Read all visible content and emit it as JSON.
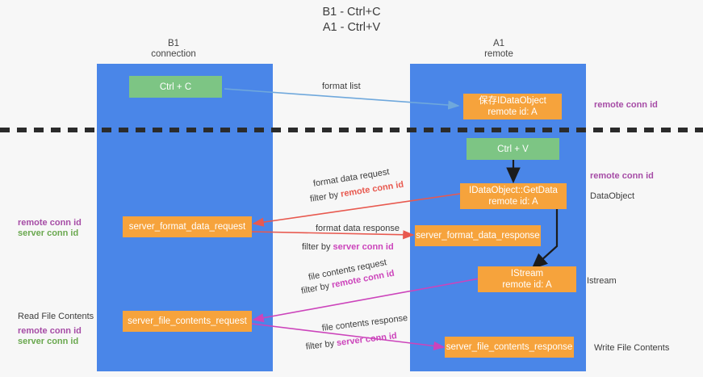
{
  "title": {
    "line1": "B1 - Ctrl+C",
    "line2": "A1 - Ctrl+V"
  },
  "columns": [
    {
      "name": "B1",
      "role": "connection"
    },
    {
      "name": "A1",
      "role": "remote"
    }
  ],
  "nodes": {
    "ctrl_c": "Ctrl + C",
    "ctrl_v": "Ctrl + V",
    "idataobject_title": "保存IDataObject",
    "idataobject_sub": "remote id: A",
    "getdata_title": "IDataObject::GetData",
    "getdata_sub": "remote id: A",
    "istream_title": "IStream",
    "istream_sub": "remote id: A",
    "server_format_data_request": "server_format_data_request",
    "server_format_data_response": "server_format_data_response",
    "server_file_contents_request": "server_file_contents_request",
    "server_file_contents_response": "server_file_contents_response"
  },
  "edges": {
    "format_list": "format list",
    "format_data_request": "format data request",
    "format_data_request_filter_prefix": "filter by ",
    "format_data_request_filter_key": "remote conn id",
    "format_data_response": "format data response",
    "format_data_response_filter_prefix": "filter by ",
    "format_data_response_filter_key": "server conn id",
    "file_contents_request": "file contents request",
    "file_contents_request_filter_prefix": "filter by ",
    "file_contents_request_filter_key": "remote conn id",
    "file_contents_response": "file contents response",
    "file_contents_response_filter_prefix": "filter by ",
    "file_contents_response_filter_key": "server conn id"
  },
  "annotations": {
    "right_remote_conn_id_top": "remote conn id",
    "right_remote_conn_id_mid": "remote conn id",
    "right_dataobject": "DataObject",
    "right_istream": "Istream",
    "right_write_file_contents": "Write File Contents",
    "left_remote_conn_id": "remote conn id",
    "left_server_conn_id": "server conn id",
    "left_read_file_contents": "Read File Contents",
    "left_remote_conn_id_2": "remote conn id",
    "left_server_conn_id_2": "server conn id"
  },
  "colors": {
    "lane": "#4a86e8",
    "node_orange": "#f6a33c",
    "node_green": "#7dc584",
    "accent_purple": "#a64ca6",
    "accent_magenta": "#cc44bb",
    "accent_red": "#e8594f",
    "accent_green": "#6aa84f",
    "divider": "#2b2b2b",
    "arrow_blue": "#6fa8dc",
    "background": "#f7f7f7"
  }
}
